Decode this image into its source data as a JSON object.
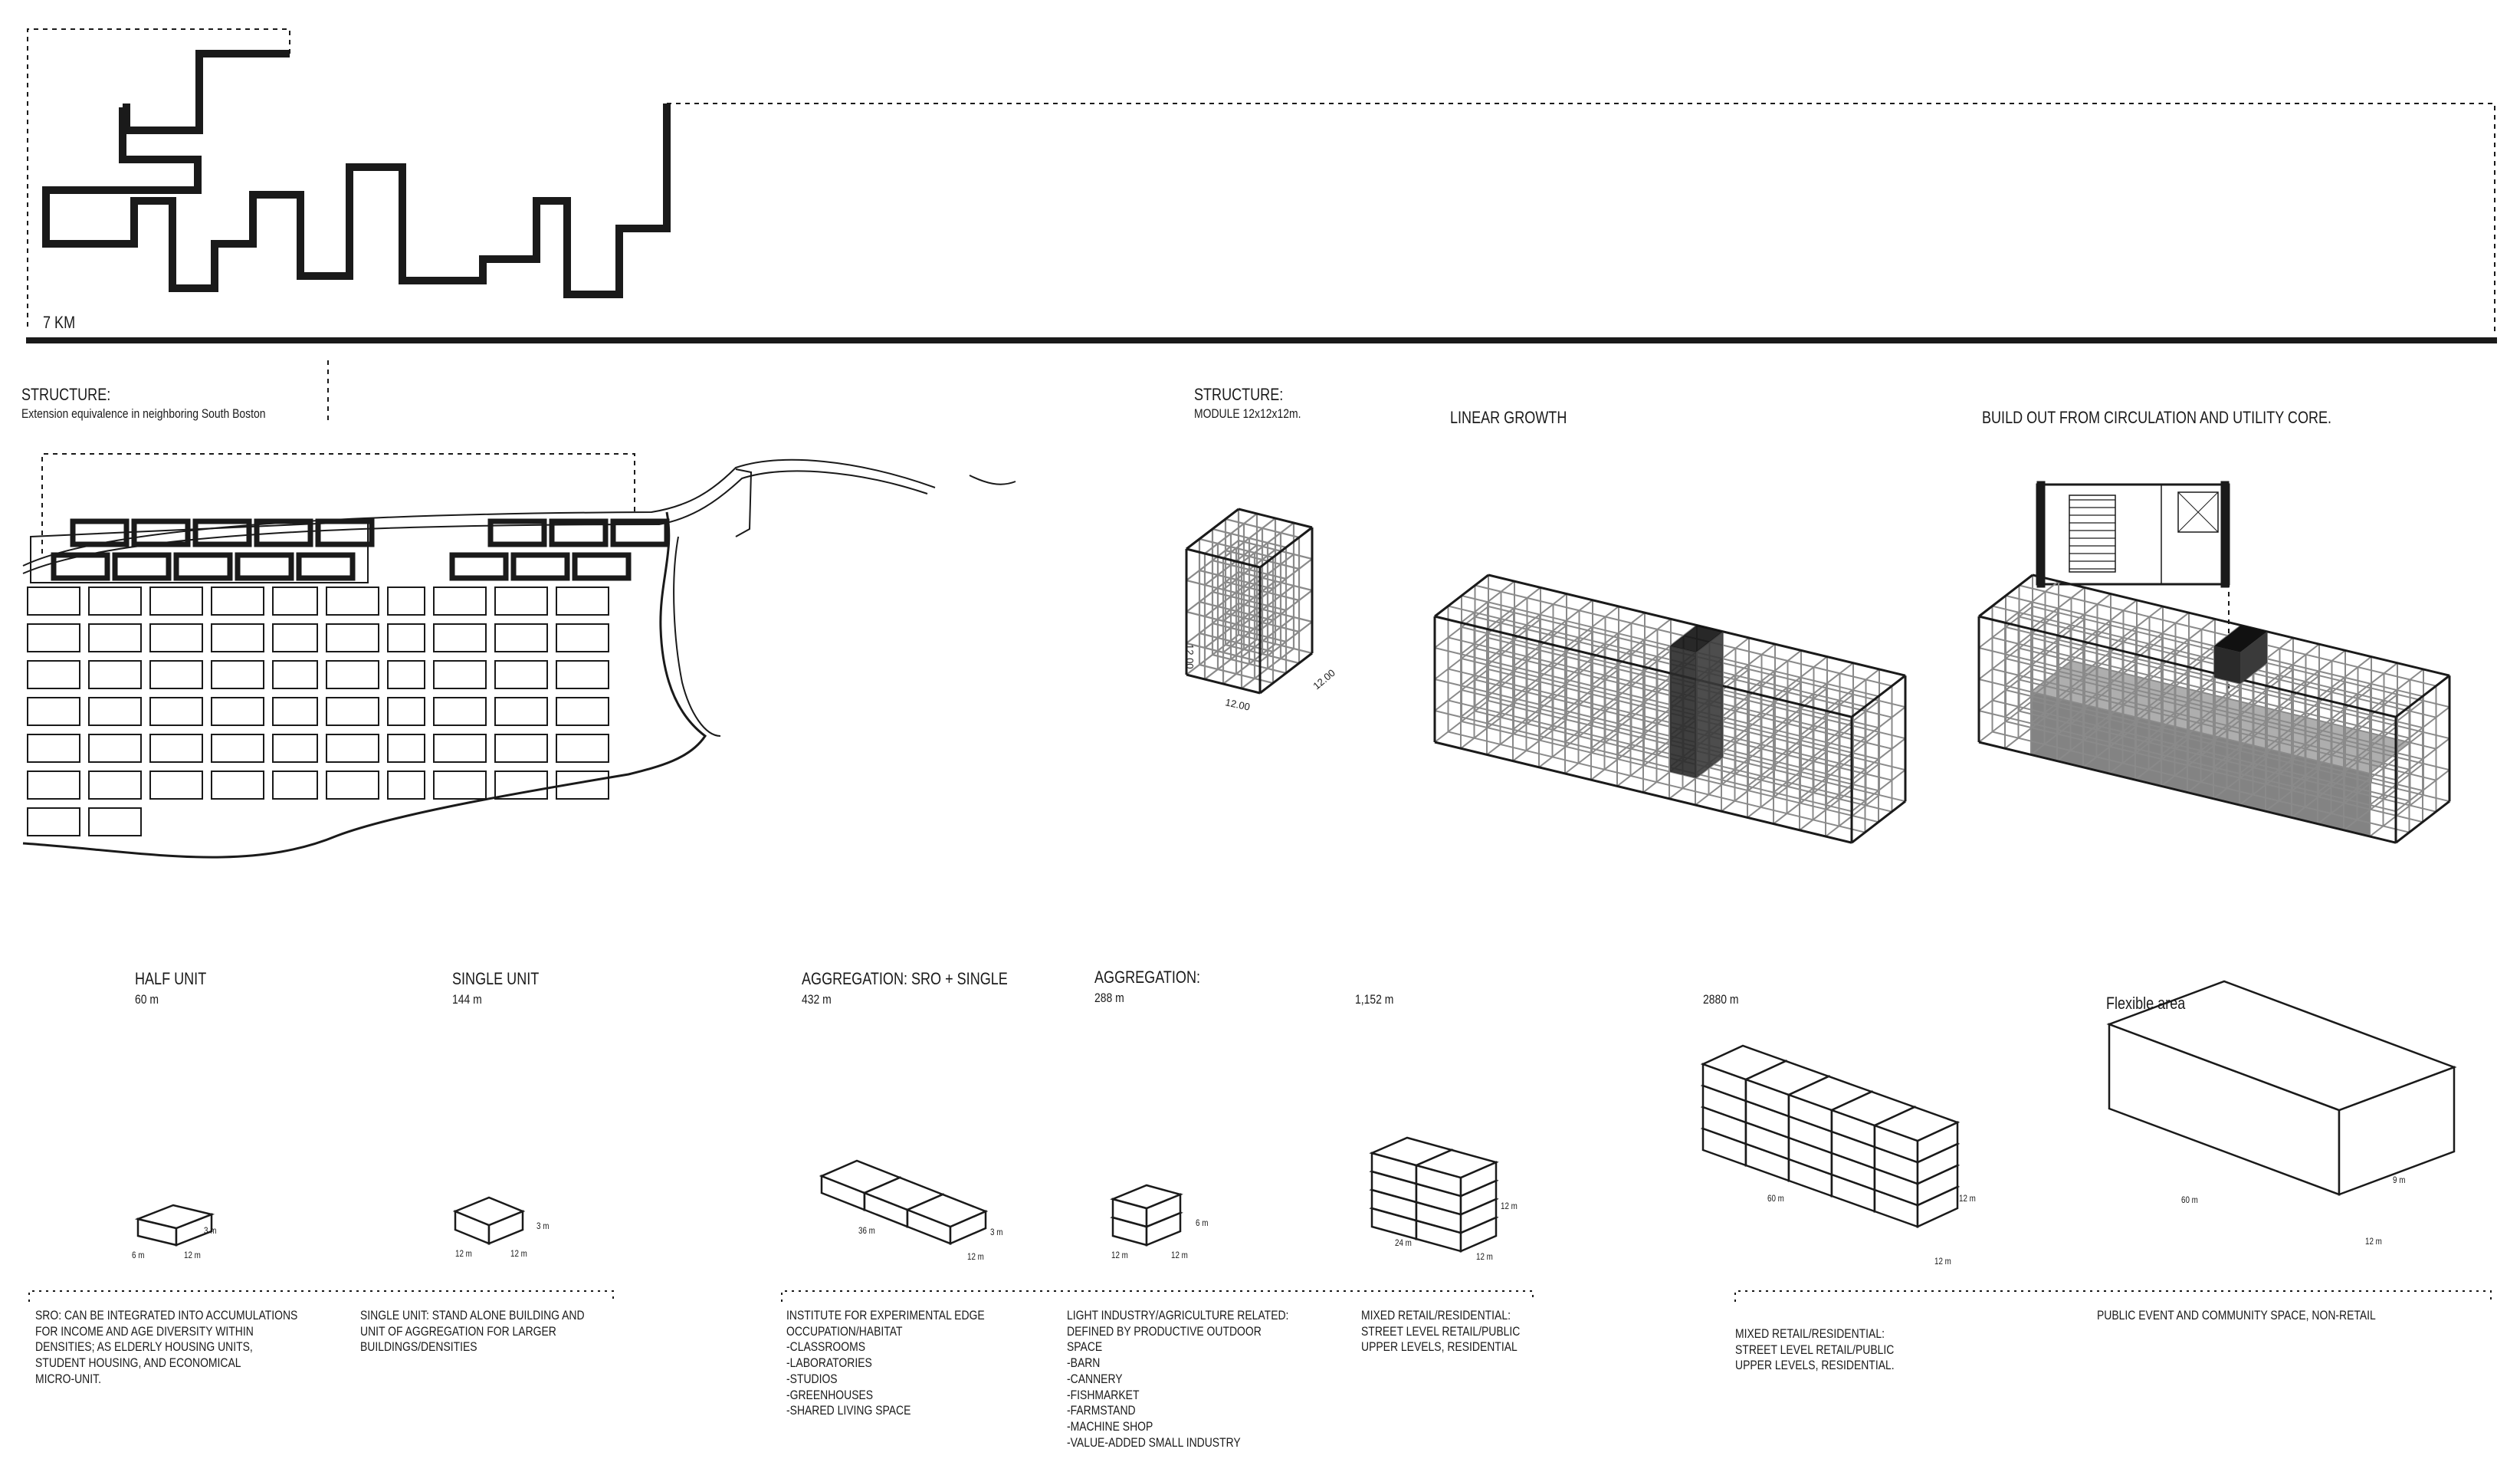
{
  "skyline": {
    "distance_label": "7 KM"
  },
  "south_boston": {
    "heading": "STRUCTURE:",
    "subheading": "Extension equivalence in neighboring South Boston"
  },
  "module_structure": {
    "heading": "STRUCTURE:",
    "subheading": "MODULE 12x12x12m."
  },
  "module_cube": {
    "dim_height": "12.00",
    "dim_width": "12.00",
    "dim_depth": "12.00"
  },
  "linear_growth": {
    "title": "LINEAR GROWTH"
  },
  "core_build_out": {
    "title": "BUILD OUT FROM CIRCULATION AND UTILITY CORE."
  },
  "unit_types": [
    {
      "title": "HALF UNIT",
      "area": "60 m",
      "dims": [
        "6 m",
        "12 m",
        "3 m"
      ]
    },
    {
      "title": "SINGLE UNIT",
      "area": "144 m",
      "dims": [
        "12 m",
        "12 m",
        "3 m"
      ]
    },
    {
      "title": "AGGREGATION: SRO + SINGLE",
      "area": "432 m",
      "dims": [
        "36 m",
        "12 m",
        "3 m"
      ]
    },
    {
      "title": "AGGREGATION:",
      "area": "288 m",
      "dims": [
        "12 m",
        "12 m",
        "6 m"
      ]
    },
    {
      "title": "",
      "area": "1,152 m",
      "dims": [
        "24 m",
        "12 m",
        "12 m"
      ]
    },
    {
      "title": "",
      "area": "2880 m",
      "dims": [
        "60 m",
        "12 m",
        "12 m"
      ]
    },
    {
      "title": "Flexible area",
      "area": "",
      "dims": [
        "60 m",
        "12 m",
        "9 m"
      ]
    }
  ],
  "descriptions": {
    "sro": "SRO: CAN BE INTEGRATED INTO ACCUMULATIONS\nFOR INCOME AND AGE DIVERSITY WITHIN\nDENSITIES; AS ELDERLY HOUSING UNITS,\nSTUDENT HOUSING, AND ECONOMICAL\nMICRO-UNIT.",
    "single_unit": "SINGLE UNIT: STAND ALONE BUILDING AND\nUNIT OF AGGREGATION FOR LARGER\nBUILDINGS/DENSITIES",
    "institute": "INSTITUTE FOR EXPERIMENTAL EDGE\nOCCUPATION/HABITAT\n-CLASSROOMS\n-LABORATORIES\n-STUDIOS\n-GREENHOUSES\n-SHARED LIVING SPACE",
    "light_industry": "LIGHT INDUSTRY/AGRICULTURE RELATED:\nDEFINED BY PRODUCTIVE OUTDOOR\nSPACE\n-BARN\n-CANNERY\n-FISHMARKET\n-FARMSTAND\n-MACHINE SHOP\n-VALUE-ADDED SMALL INDUSTRY",
    "mixed_1": "MIXED RETAIL/RESIDENTIAL:\nSTREET LEVEL RETAIL/PUBLIC\nUPPER LEVELS, RESIDENTIAL",
    "mixed_2": "MIXED RETAIL/RESIDENTIAL:\nSTREET LEVEL RETAIL/PUBLIC\nUPPER LEVELS, RESIDENTIAL.",
    "public_event": "PUBLIC EVENT AND COMMUNITY SPACE, NON-RETAIL"
  },
  "colors": {
    "ink": "#1a1a1a",
    "grid": "#8a8a8a",
    "shade": "#6e6e6e",
    "core": "#111111"
  }
}
